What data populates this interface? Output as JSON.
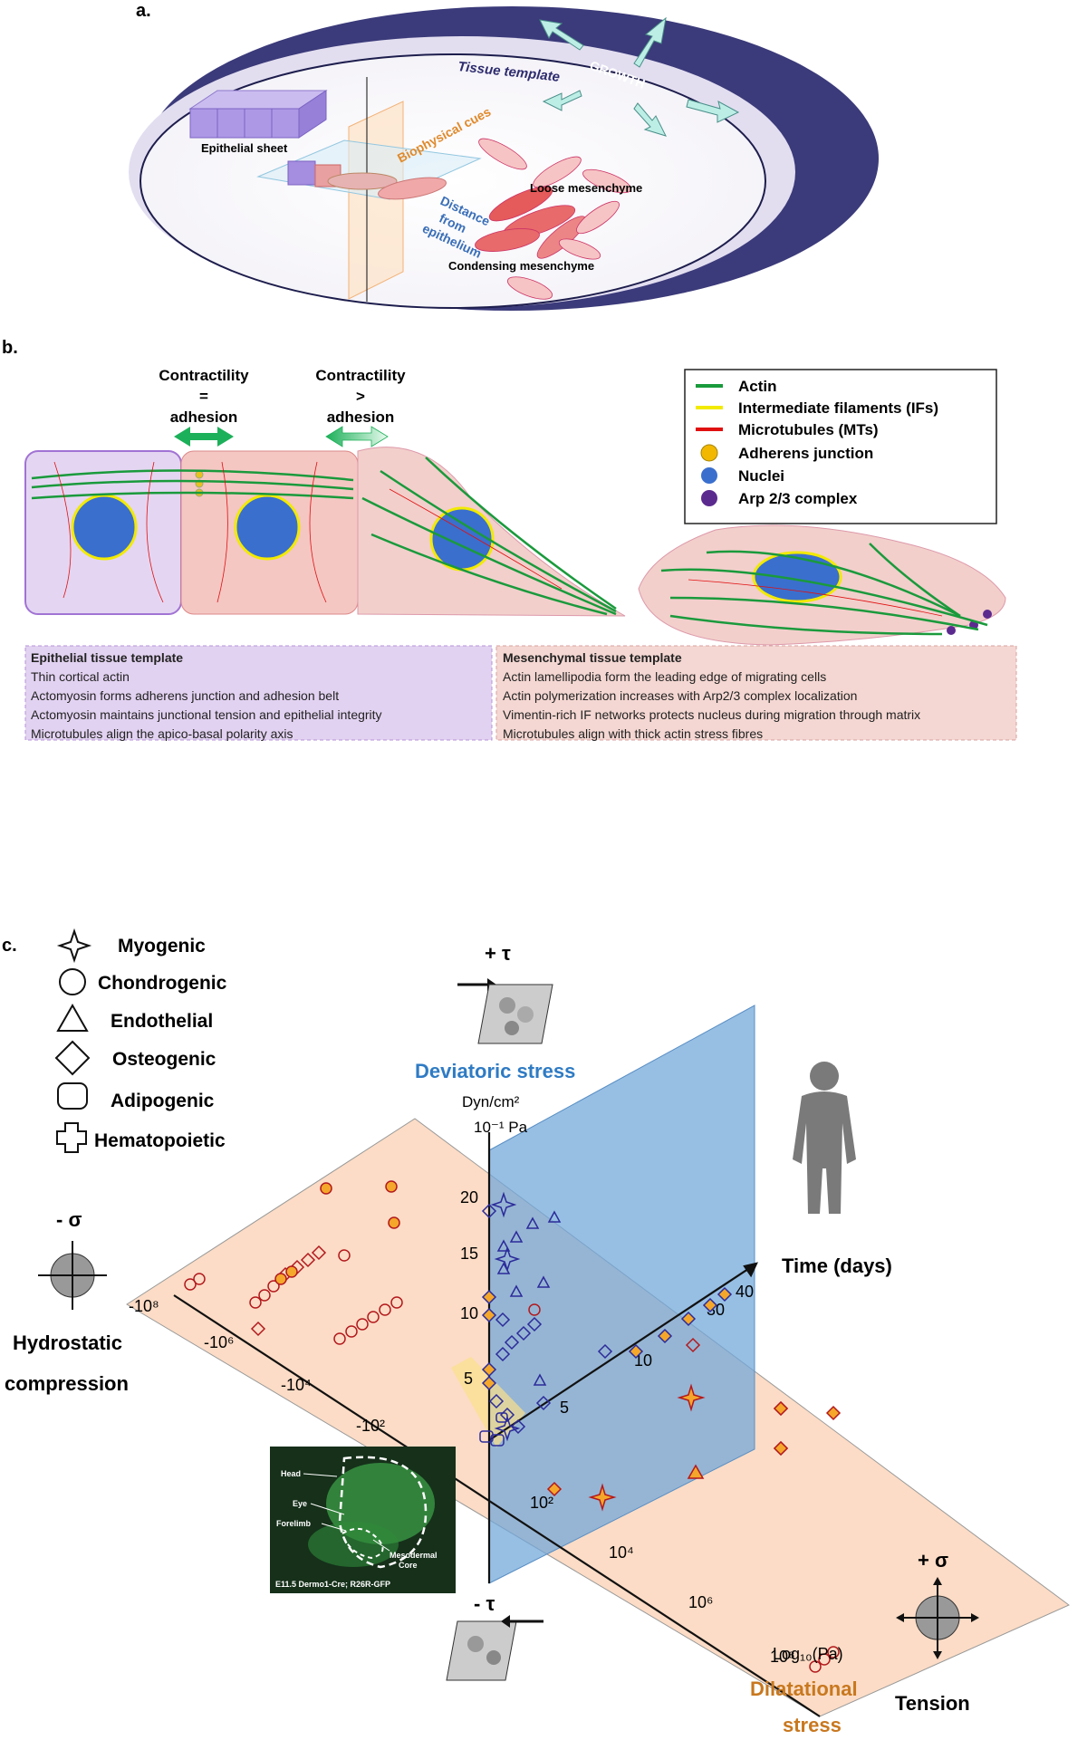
{
  "panel_a": {
    "label": "a.",
    "tissue_template": "Tissue template",
    "growth": "GROWTH",
    "epithelial_sheet": "Epithelial sheet",
    "biophysical_cues": "Biophysical cues",
    "loose_mesenchyme": "Loose mesenchyme",
    "distance_lines": [
      "Distance",
      "from",
      "epithelium"
    ],
    "condensing_mesenchyme": "Condensing mesenchyme"
  },
  "panel_b": {
    "label": "b.",
    "contract_eq": [
      "Contractility",
      "=",
      "adhesion"
    ],
    "contract_gt": [
      "Contractility",
      ">",
      "adhesion"
    ],
    "legend": [
      {
        "label": "Actin",
        "color": "#1a9a3c"
      },
      {
        "label": "Intermediate filaments (IFs)",
        "color": "#f2ea00"
      },
      {
        "label": "Microtubules (MTs)",
        "color": "#e01010"
      },
      {
        "label": "Adherens junction",
        "color": "#f2b800"
      },
      {
        "label": "Nuclei",
        "color": "#3a6fce"
      },
      {
        "label": "Arp 2/3 complex",
        "color": "#5b2a8f"
      }
    ],
    "epithelial_box": {
      "title": "Epithelial tissue template",
      "lines": [
        "Thin cortical actin",
        "Actomyosin forms adherens junction and adhesion belt",
        "Actomyosin maintains junctional tension and epithelial integrity",
        "Microtubules align the apico-basal polarity axis"
      ]
    },
    "mesenchymal_box": {
      "title": "Mesenchymal tissue template",
      "lines": [
        "Actin lamellipodia form the leading edge of migrating cells",
        "Actin polymerization increases with Arp2/3 complex localization",
        "Vimentin-rich IF networks protects nucleus during migration through matrix",
        "Microtubules align with thick actin stress fibres"
      ]
    }
  },
  "panel_c": {
    "label": "c.",
    "legend": [
      {
        "icon": "star",
        "label": "Myogenic"
      },
      {
        "icon": "circle",
        "label": "Chondrogenic"
      },
      {
        "icon": "triangle",
        "label": "Endothelial"
      },
      {
        "icon": "diamond",
        "label": "Osteogenic"
      },
      {
        "icon": "rounded-square",
        "label": "Adipogenic"
      },
      {
        "icon": "cross",
        "label": "Hematopoietic"
      }
    ],
    "plus_tau": "+ τ",
    "minus_tau": "- τ",
    "deviatoric_stress": "Deviatoric stress",
    "dyn_unit": "Dyn/cm²",
    "pa_unit": "10⁻¹ Pa",
    "minus_sigma": "- σ",
    "plus_sigma": "+ σ",
    "hydrostatic": [
      "Hydrostatic",
      "compression"
    ],
    "time_days": "Time (days)",
    "log_pa": "Log₁₀(Pa)",
    "dilatational": [
      "Dilatational",
      "stress"
    ],
    "tension": "Tension",
    "y_ticks": [
      "20",
      "15",
      "10",
      "5"
    ],
    "neg_ticks": [
      "-10⁸",
      "-10⁶",
      "-10⁴",
      "-10²"
    ],
    "pos_ticks": [
      "10²",
      "10⁴",
      "10⁶",
      "10⁸"
    ],
    "time_ticks": [
      "5",
      "10",
      "30",
      "40"
    ],
    "inset": {
      "labels": [
        "Head",
        "Eye",
        "Forelimb",
        "Mesodermal",
        "Core"
      ],
      "caption": "E11.5 Dermo1-Cre; R26R-GFP"
    }
  }
}
